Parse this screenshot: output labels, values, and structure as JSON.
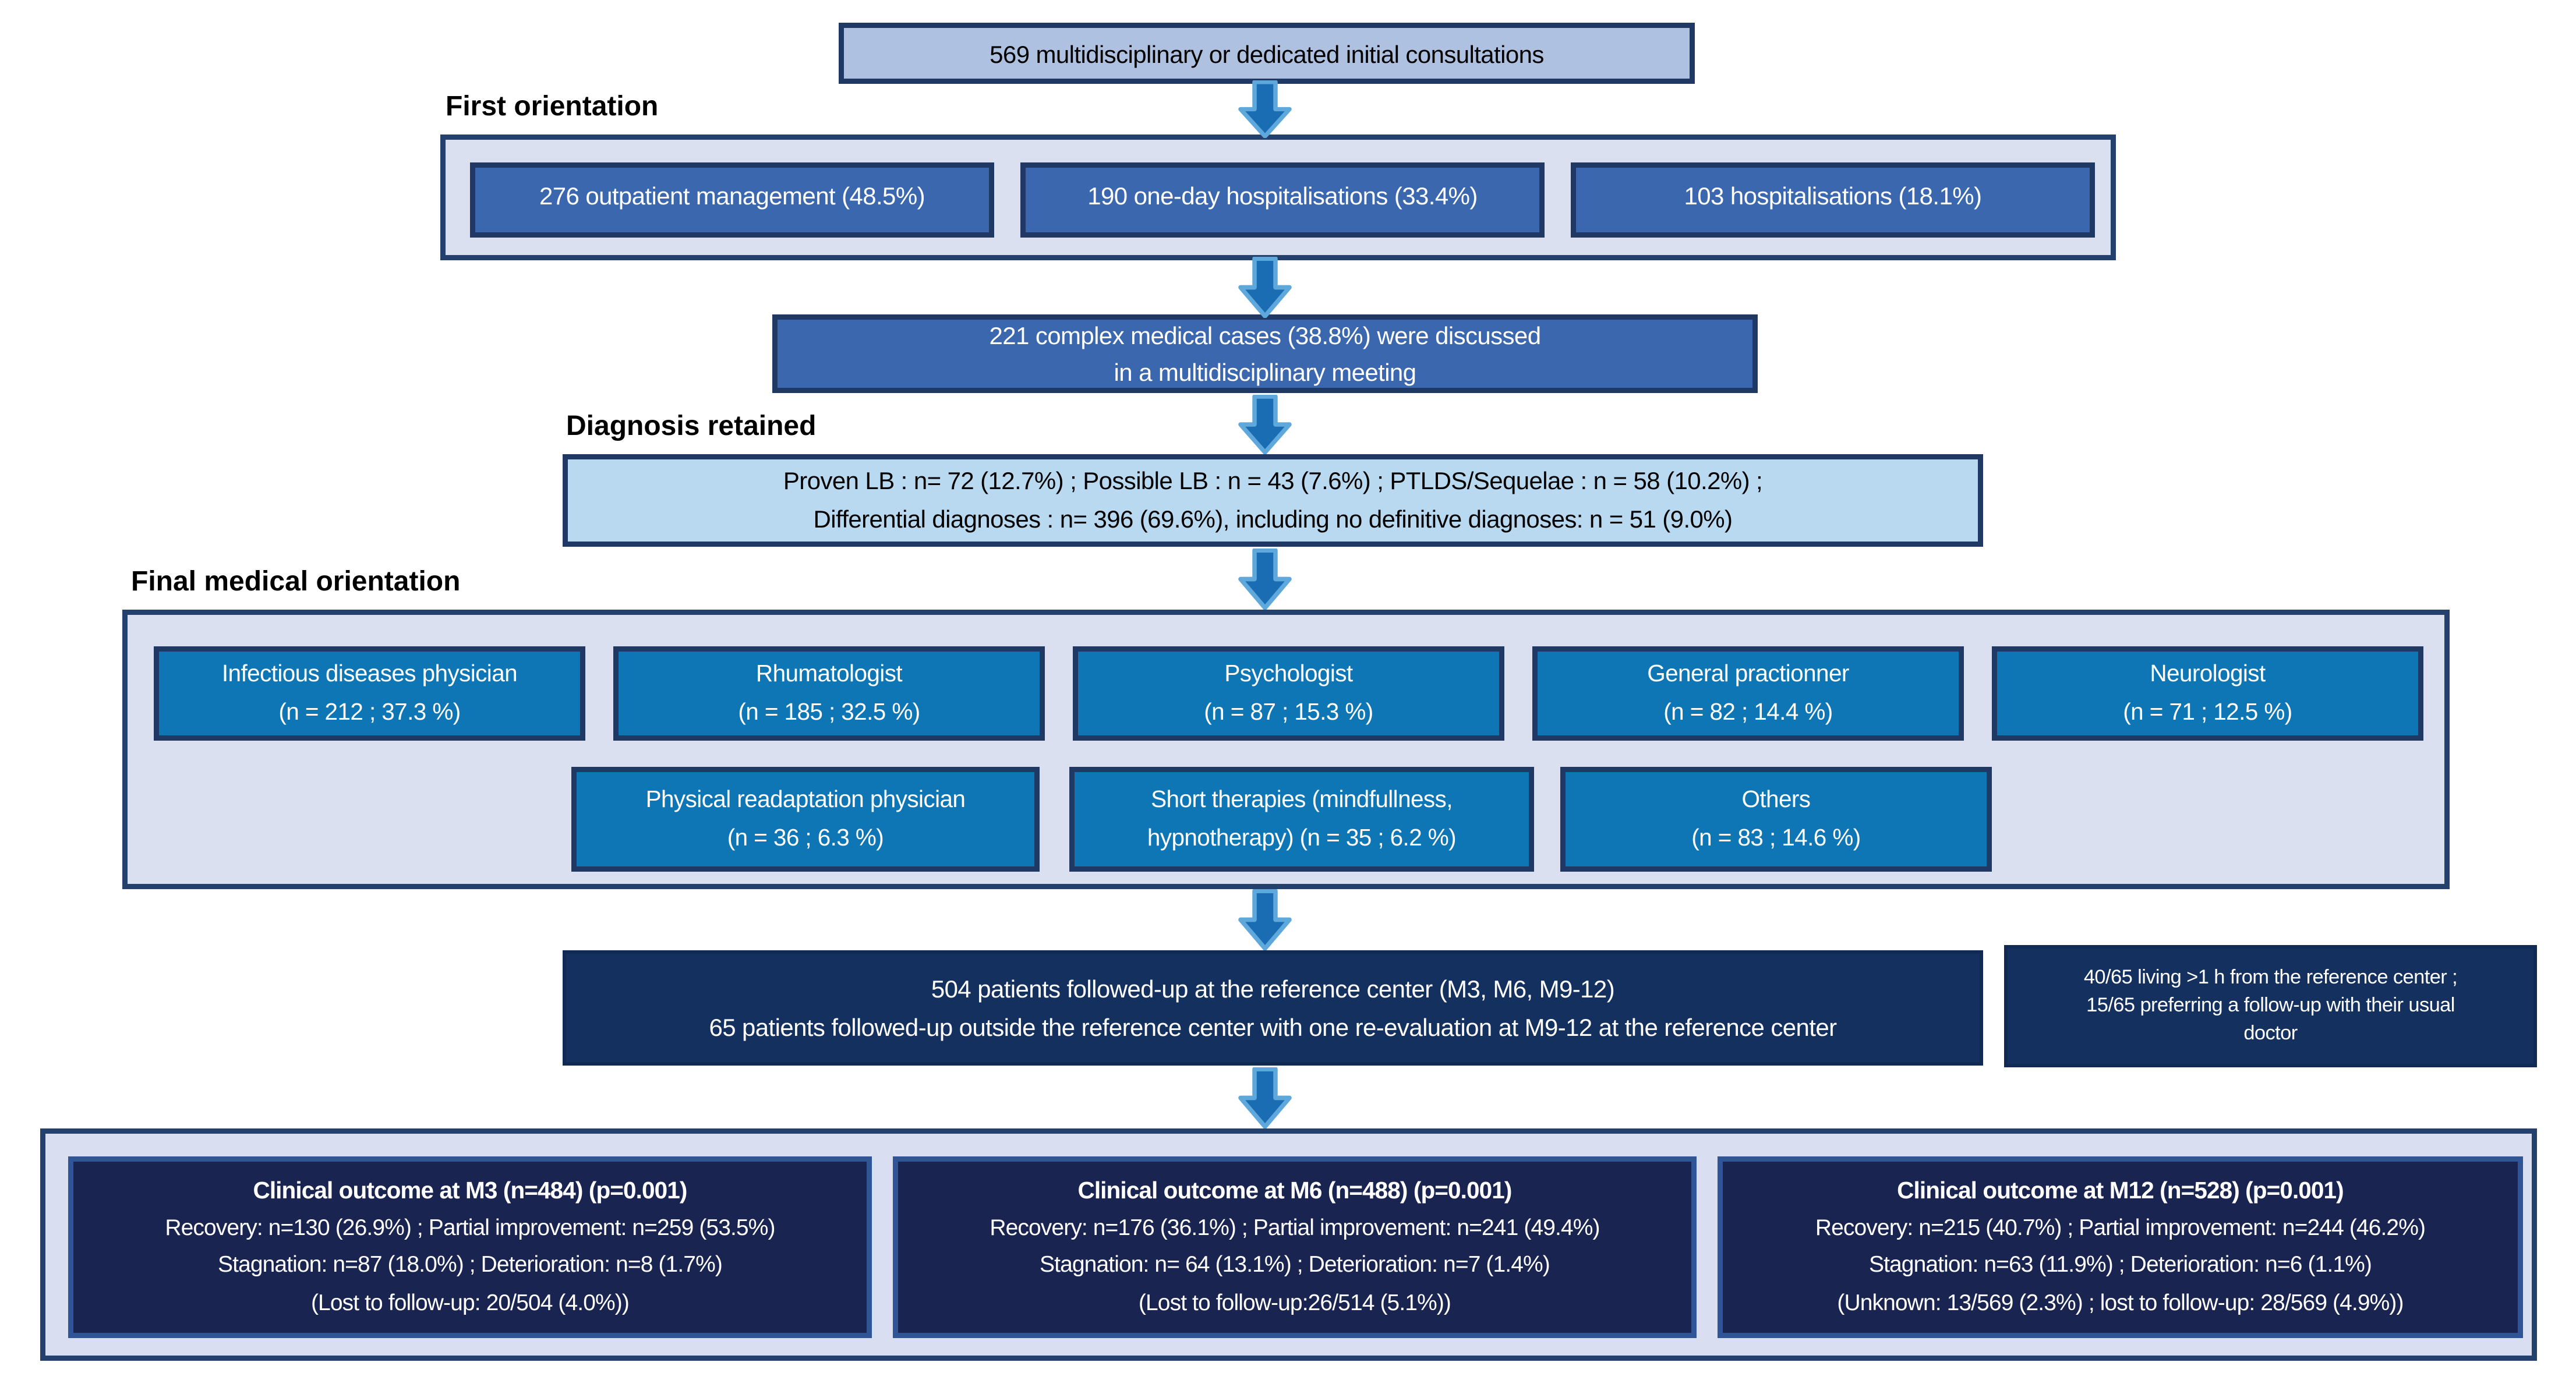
{
  "colors": {
    "border_navy": "#1f3864",
    "container_fill": "#dae0ef",
    "box_light_steel": "#aec1e0",
    "box_medium_blue": "#3a67ae",
    "box_light_blue": "#b9d9f0",
    "box_bright_blue": "#0e76b4",
    "box_dark_navy": "#13305f",
    "box_outcome_navy": "#1a2450",
    "outcome_border_blue": "#2f5597",
    "arrow_fill": "#1b6db3",
    "arrow_outline": "#5fa8dc"
  },
  "flow": {
    "initial_box": "569 multidisciplinary or dedicated initial consultations",
    "first_orientation": {
      "label": "First orientation",
      "boxes": [
        "276 outpatient management (48.5%)",
        "190 one-day hospitalisations (33.4%)",
        "103 hospitalisations (18.1%)"
      ]
    },
    "mdm_box": {
      "line1": "221 complex medical cases (38.8%) were discussed",
      "line2": "in a multidisciplinary meeting"
    },
    "diagnosis": {
      "label": "Diagnosis retained",
      "line1": "Proven LB : n= 72 (12.7%) ; Possible LB : n = 43 (7.6%) ; PTLDS/Sequelae : n = 58 (10.2%) ;",
      "line2": "Differential diagnoses : n= 396 (69.6%), including no definitive diagnoses: n = 51 (9.0%)"
    },
    "final_orientation": {
      "label": "Final medical orientation",
      "row1": [
        {
          "line1": "Infectious diseases physician",
          "line2": "(n = 212 ; 37.3 %)"
        },
        {
          "line1": "Rhumatologist",
          "line2": "(n = 185 ; 32.5 %)"
        },
        {
          "line1": "Psychologist",
          "line2": "(n = 87 ; 15.3 %)"
        },
        {
          "line1": "General practionner",
          "line2": "(n = 82 ; 14.4 %)"
        },
        {
          "line1": "Neurologist",
          "line2": "(n = 71 ; 12.5 %)"
        }
      ],
      "row2": [
        {
          "line1": "Physical readaptation physician",
          "line2": "(n = 36 ; 6.3 %)"
        },
        {
          "line1": "Short therapies (mindfullness,",
          "line2": "hypnotherapy) (n = 35 ; 6.2 %)"
        },
        {
          "line1": "Others",
          "line2": "(n = 83 ; 14.6 %)"
        }
      ]
    },
    "followup_box": {
      "line1": "504 patients followed-up at the reference center (M3, M6, M9-12)",
      "line2": "65 patients followed-up outside the reference center with one re-evaluation at M9-12 at the reference center"
    },
    "followup_side_box": {
      "line1": "40/65 living >1 h from the reference center ;",
      "line2": "15/65 preferring a follow-up with their usual",
      "line3": "doctor"
    },
    "outcomes": [
      {
        "title": "Clinical outcome at M3 (n=484) (p=0.001)",
        "line1": "Recovery: n=130 (26.9%) ; Partial improvement: n=259 (53.5%)",
        "line2": "Stagnation: n=87 (18.0%) ; Deterioration: n=8 (1.7%)",
        "line3": "(Lost to follow-up: 20/504 (4.0%))"
      },
      {
        "title": "Clinical outcome at M6 (n=488) (p=0.001)",
        "line1": "Recovery: n=176 (36.1%) ; Partial improvement: n=241 (49.4%)",
        "line2": "Stagnation: n= 64 (13.1%) ; Deterioration: n=7 (1.4%)",
        "line3": "(Lost to follow-up:26/514 (5.1%))"
      },
      {
        "title": "Clinical outcome at M12 (n=528) (p=0.001)",
        "line1": "Recovery: n=215 (40.7%) ; Partial improvement: n=244 (46.2%)",
        "line2": "Stagnation: n=63 (11.9%) ; Deterioration: n=6 (1.1%)",
        "line3": "(Unknown: 13/569 (2.3%) ; lost to follow-up: 28/569 (4.9%))"
      }
    ]
  }
}
